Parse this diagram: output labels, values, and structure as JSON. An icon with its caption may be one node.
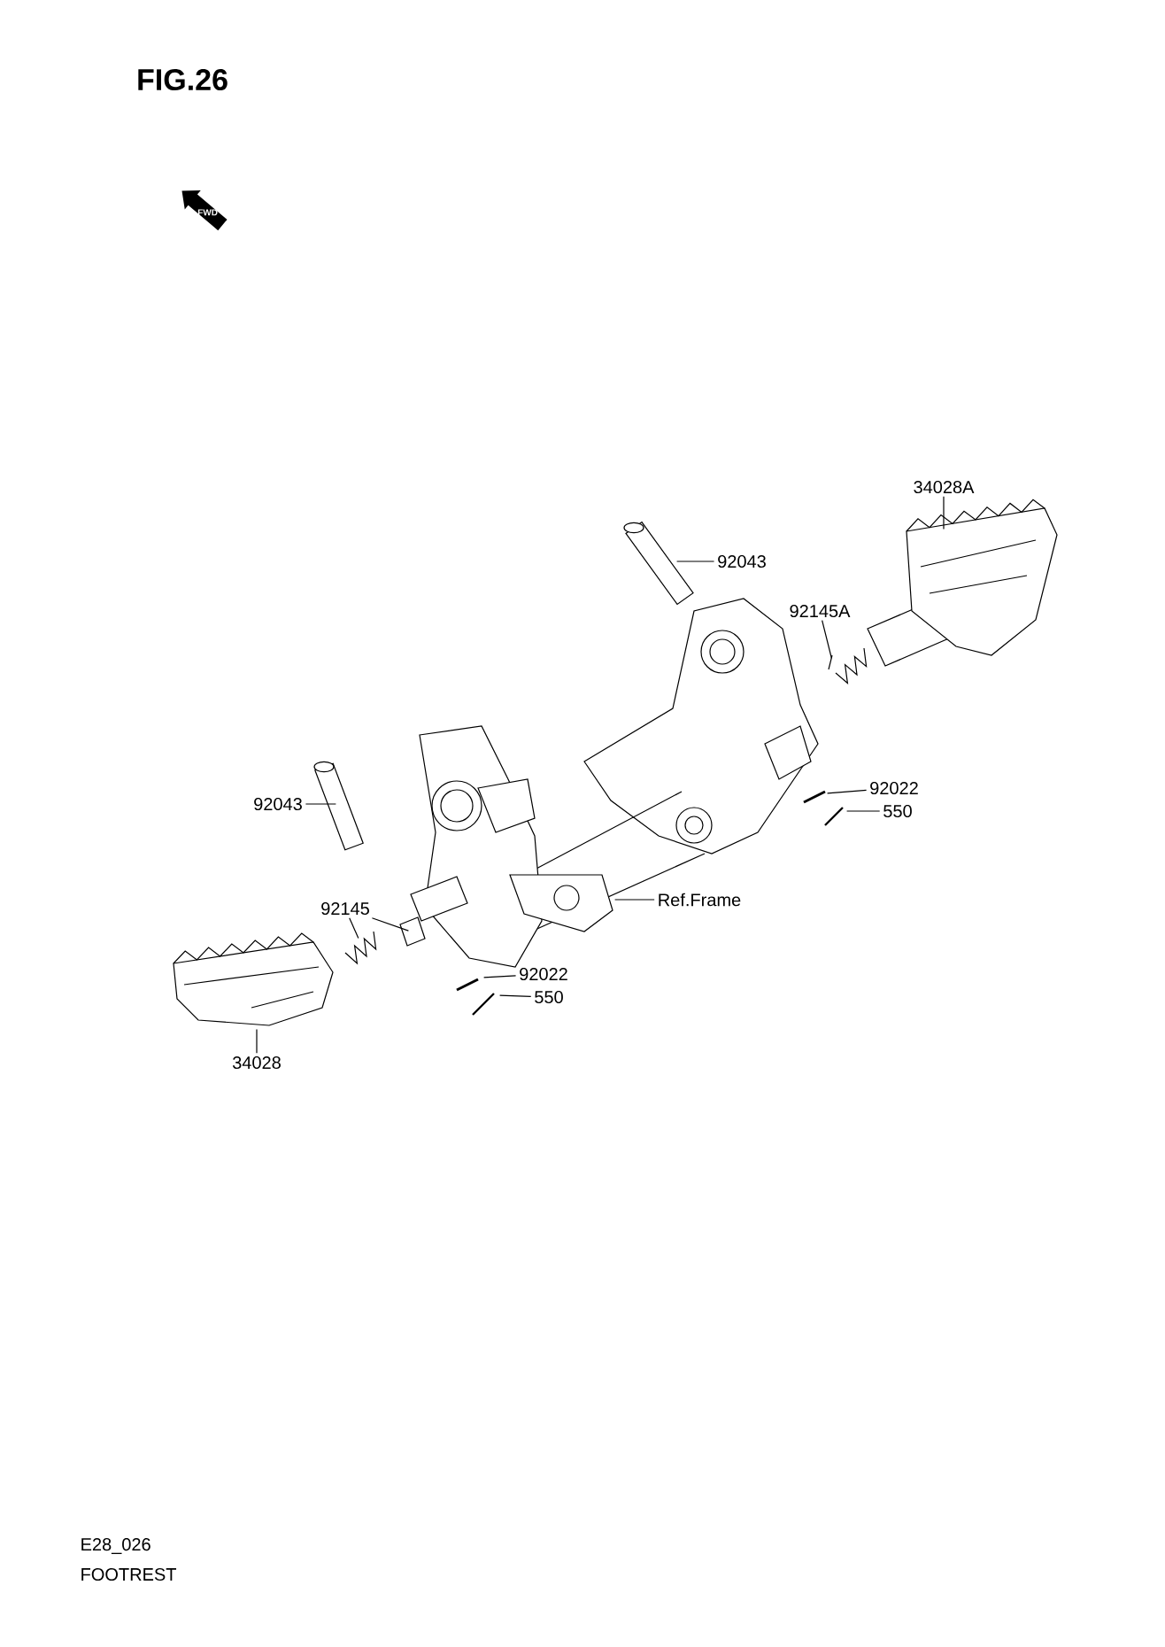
{
  "diagram": {
    "title": "FIG.26",
    "nodes": [
      {
        "text": [
          "34028A"
        ]
      },
      {
        "text": [],
        "shape": "picture"
      },
      {
        "text": [
          "92043"
        ]
      },
      {
        "text": [],
        "shape": "picture"
      },
      {
        "text": [
          "92145A"
        ]
      },
      {
        "text": [],
        "shape": "picture"
      },
      {
        "text": [
          "92022"
        ]
      },
      {
        "text": [],
        "shape": "picture"
      },
      {
        "text": [
          "550"
        ]
      },
      {
        "text": [],
        "shape": "picture"
      },
      {
        "text": [
          "92043"
        ]
      },
      {
        "text": [],
        "shape": "picture"
      },
      {
        "text": [
          "92145"
        ]
      },
      {
        "text": [],
        "shape": "picture"
      },
      {
        "text": [
          "Ref.Frame"
        ]
      },
      {
        "text": [],
        "shape": "picture"
      },
      {
        "text": [
          "92022"
        ]
      },
      {
        "text": [],
        "shape": "picture"
      },
      {
        "text": [
          "550"
        ]
      },
      {
        "text": [],
        "shape": "picture"
      },
      {
        "text": [
          "34028"
        ]
      },
      {
        "text": [],
        "shape": "picture"
      },
      {
        "text": [],
        "shape": "picture"
      }
    ],
    "edges": [
      {
        "from": 0,
        "to": 1,
        "arrow": "none"
      },
      {
        "from": 2,
        "to": 3,
        "arrow": "none"
      },
      {
        "from": 4,
        "to": 5,
        "arrow": "none"
      },
      {
        "from": 6,
        "to": 7,
        "arrow": "none"
      },
      {
        "from": 8,
        "to": 9,
        "arrow": "none"
      },
      {
        "from": 10,
        "to": 11,
        "arrow": "none"
      },
      {
        "from": 12,
        "to": 13,
        "arrow": "none"
      },
      {
        "from": 12,
        "to": 22,
        "arrow": "none"
      },
      {
        "from": 14,
        "to": 15,
        "arrow": "none"
      },
      {
        "from": 16,
        "to": 17,
        "arrow": "none"
      },
      {
        "from": 18,
        "to": 19,
        "arrow": "none"
      },
      {
        "from": 20,
        "to": 21,
        "arrow": "none"
      }
    ],
    "labels": [
      "FWD",
      "E28_026",
      "FOOTREST"
    ]
  }
}
